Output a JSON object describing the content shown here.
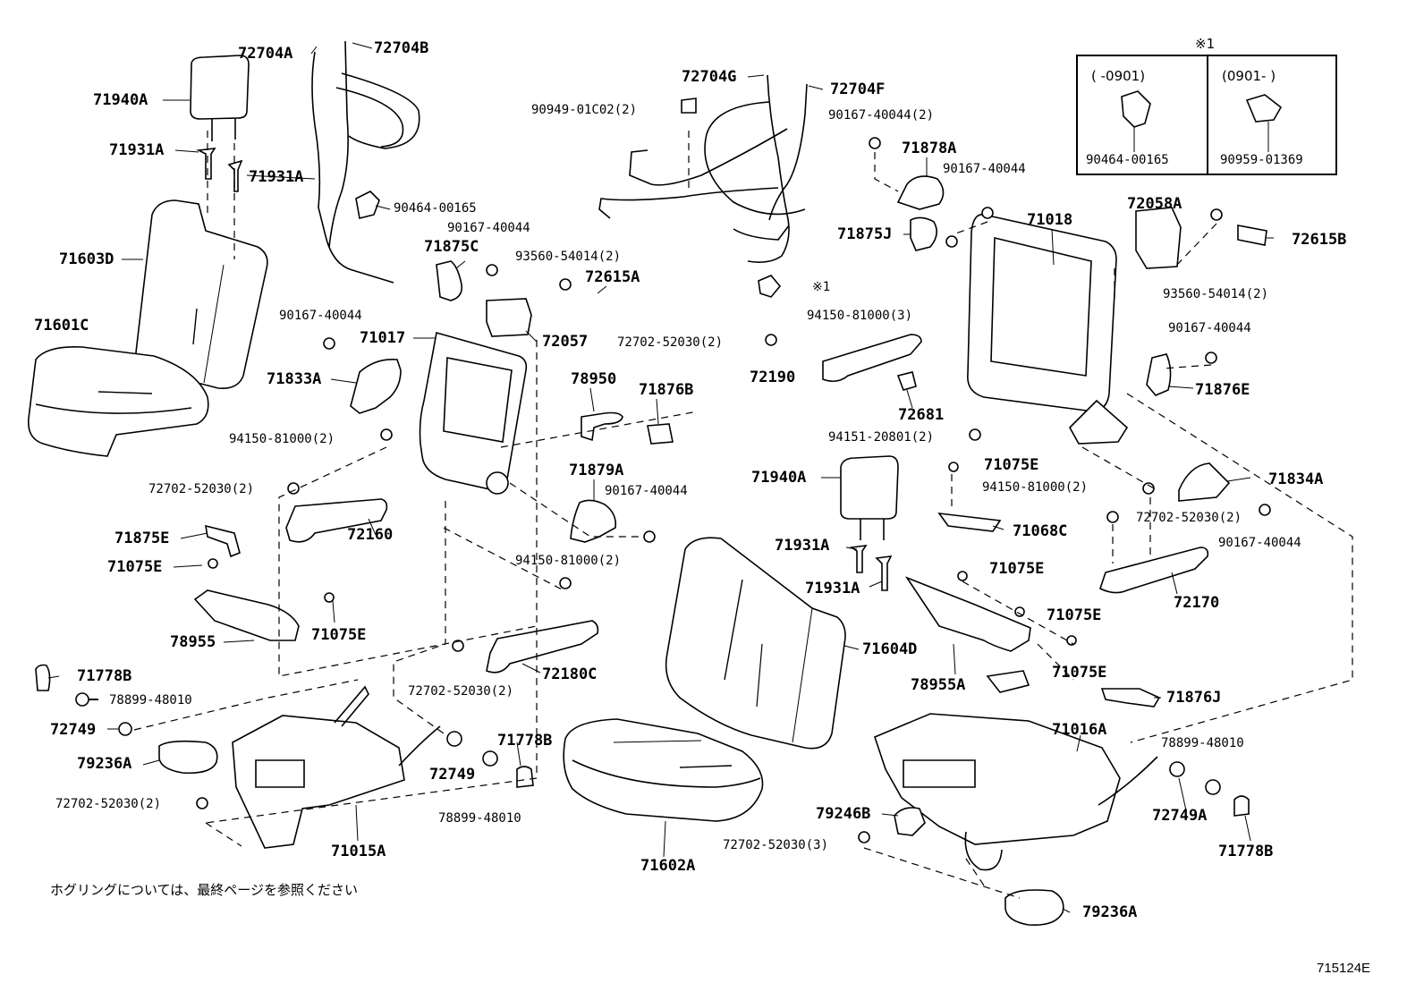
{
  "diagram": {
    "footnote": "ホグリングについては、最終ページを参照ください",
    "figure_code": "715124E",
    "inset": {
      "mark": "※1",
      "left": {
        "range": "(     -0901)",
        "part": "90464-00165"
      },
      "right": {
        "range": "(0901-     )",
        "part": "90959-01369"
      }
    },
    "labels": [
      {
        "id": "72704A",
        "text": "72704A",
        "size": "big"
      },
      {
        "id": "72704B",
        "text": "72704B",
        "size": "big"
      },
      {
        "id": "71940A_l",
        "text": "71940A",
        "size": "big"
      },
      {
        "id": "71931A_1",
        "text": "71931A",
        "size": "big"
      },
      {
        "id": "71931A_2",
        "text": "71931A",
        "size": "big"
      },
      {
        "id": "90464-00165",
        "text": "90464-00165",
        "size": "small"
      },
      {
        "id": "71603D",
        "text": "71603D",
        "size": "big"
      },
      {
        "id": "90167-40044_a",
        "text": "90167-40044",
        "size": "small"
      },
      {
        "id": "71875C",
        "text": "71875C",
        "size": "big"
      },
      {
        "id": "93560-54014_a",
        "text": "93560-54014(2)",
        "size": "small"
      },
      {
        "id": "72615A",
        "text": "72615A",
        "size": "big"
      },
      {
        "id": "71601C",
        "text": "71601C",
        "size": "big"
      },
      {
        "id": "90167-40044_b",
        "text": "90167-40044",
        "size": "small"
      },
      {
        "id": "71017",
        "text": "71017",
        "size": "big"
      },
      {
        "id": "72057",
        "text": "72057",
        "size": "big"
      },
      {
        "id": "71833A",
        "text": "71833A",
        "size": "big"
      },
      {
        "id": "78950",
        "text": "78950",
        "size": "big"
      },
      {
        "id": "71876B",
        "text": "71876B",
        "size": "big"
      },
      {
        "id": "94150-81000_a",
        "text": "94150-81000(2)",
        "size": "small"
      },
      {
        "id": "71879A",
        "text": "71879A",
        "size": "big"
      },
      {
        "id": "72702-52030_a",
        "text": "72702-52030(2)",
        "size": "small"
      },
      {
        "id": "90167-40044_c",
        "text": "90167-40044",
        "size": "small"
      },
      {
        "id": "72160",
        "text": "72160",
        "size": "big"
      },
      {
        "id": "71875E",
        "text": "71875E",
        "size": "big"
      },
      {
        "id": "94150-81000_b",
        "text": "94150-81000(2)",
        "size": "small"
      },
      {
        "id": "71075E_a",
        "text": "71075E",
        "size": "big"
      },
      {
        "id": "71075E_b",
        "text": "71075E",
        "size": "big"
      },
      {
        "id": "78955",
        "text": "78955",
        "size": "big"
      },
      {
        "id": "71778B_a",
        "text": "71778B",
        "size": "big"
      },
      {
        "id": "72180C",
        "text": "72180C",
        "size": "big"
      },
      {
        "id": "78899-48010_a",
        "text": "78899-48010",
        "size": "small"
      },
      {
        "id": "72702-52030_b",
        "text": "72702-52030(2)",
        "size": "small"
      },
      {
        "id": "72749_a",
        "text": "72749",
        "size": "big"
      },
      {
        "id": "71778B_b",
        "text": "71778B",
        "size": "big"
      },
      {
        "id": "79236A_a",
        "text": "79236A",
        "size": "big"
      },
      {
        "id": "72749_b",
        "text": "72749",
        "size": "big"
      },
      {
        "id": "72702-52030_c",
        "text": "72702-52030(2)",
        "size": "small"
      },
      {
        "id": "78899-48010_b",
        "text": "78899-48010",
        "size": "small"
      },
      {
        "id": "71015A",
        "text": "71015A",
        "size": "big"
      },
      {
        "id": "72704G",
        "text": "72704G",
        "size": "big"
      },
      {
        "id": "72704F",
        "text": "72704F",
        "size": "big"
      },
      {
        "id": "90949-01C02",
        "text": "90949-01C02(2)",
        "size": "small"
      },
      {
        "id": "90167-40044_d",
        "text": "90167-40044(2)",
        "size": "small"
      },
      {
        "id": "71878A",
        "text": "71878A",
        "size": "big"
      },
      {
        "id": "90167-40044_e",
        "text": "90167-40044",
        "size": "small"
      },
      {
        "id": "71018",
        "text": "71018",
        "size": "big"
      },
      {
        "id": "72058A",
        "text": "72058A",
        "size": "big"
      },
      {
        "id": "71875J",
        "text": "71875J",
        "size": "big"
      },
      {
        "id": "72615B",
        "text": "72615B",
        "size": "big"
      },
      {
        "id": "ref1",
        "text": "※1",
        "size": "small"
      },
      {
        "id": "93560-54014_b",
        "text": "93560-54014(2)",
        "size": "small"
      },
      {
        "id": "94150-81000_c",
        "text": "94150-81000(3)",
        "size": "small"
      },
      {
        "id": "90167-40044_f",
        "text": "90167-40044",
        "size": "small"
      },
      {
        "id": "72702-52030_d",
        "text": "72702-52030(2)",
        "size": "small"
      },
      {
        "id": "72190",
        "text": "72190",
        "size": "big"
      },
      {
        "id": "71876E",
        "text": "71876E",
        "size": "big"
      },
      {
        "id": "72681",
        "text": "72681",
        "size": "big"
      },
      {
        "id": "94151-20801",
        "text": "94151-20801(2)",
        "size": "small"
      },
      {
        "id": "71075E_c",
        "text": "71075E",
        "size": "big"
      },
      {
        "id": "71940A_r",
        "text": "71940A",
        "size": "big"
      },
      {
        "id": "94150-81000_d",
        "text": "94150-81000(2)",
        "size": "small"
      },
      {
        "id": "71834A",
        "text": "71834A",
        "size": "big"
      },
      {
        "id": "71068C",
        "text": "71068C",
        "size": "big"
      },
      {
        "id": "72702-52030_e",
        "text": "72702-52030(2)",
        "size": "small"
      },
      {
        "id": "71931A_3",
        "text": "71931A",
        "size": "big"
      },
      {
        "id": "90167-40044_g",
        "text": "90167-40044",
        "size": "small"
      },
      {
        "id": "71075E_d",
        "text": "71075E",
        "size": "big"
      },
      {
        "id": "71931A_4",
        "text": "71931A",
        "size": "big"
      },
      {
        "id": "72170",
        "text": "72170",
        "size": "big"
      },
      {
        "id": "71075E_e",
        "text": "71075E",
        "size": "big"
      },
      {
        "id": "71604D",
        "text": "71604D",
        "size": "big"
      },
      {
        "id": "71075E_f",
        "text": "71075E",
        "size": "big"
      },
      {
        "id": "78955A",
        "text": "78955A",
        "size": "big"
      },
      {
        "id": "71876J",
        "text": "71876J",
        "size": "big"
      },
      {
        "id": "71016A",
        "text": "71016A",
        "size": "big"
      },
      {
        "id": "78899-48010_c",
        "text": "78899-48010",
        "size": "small"
      },
      {
        "id": "79246B",
        "text": "79246B",
        "size": "big"
      },
      {
        "id": "72749A",
        "text": "72749A",
        "size": "big"
      },
      {
        "id": "72702-52030_f",
        "text": "72702-52030(3)",
        "size": "small"
      },
      {
        "id": "71778B_c",
        "text": "71778B",
        "size": "big"
      },
      {
        "id": "71602A",
        "text": "71602A",
        "size": "big"
      },
      {
        "id": "79236A_b",
        "text": "79236A",
        "size": "big"
      }
    ]
  }
}
